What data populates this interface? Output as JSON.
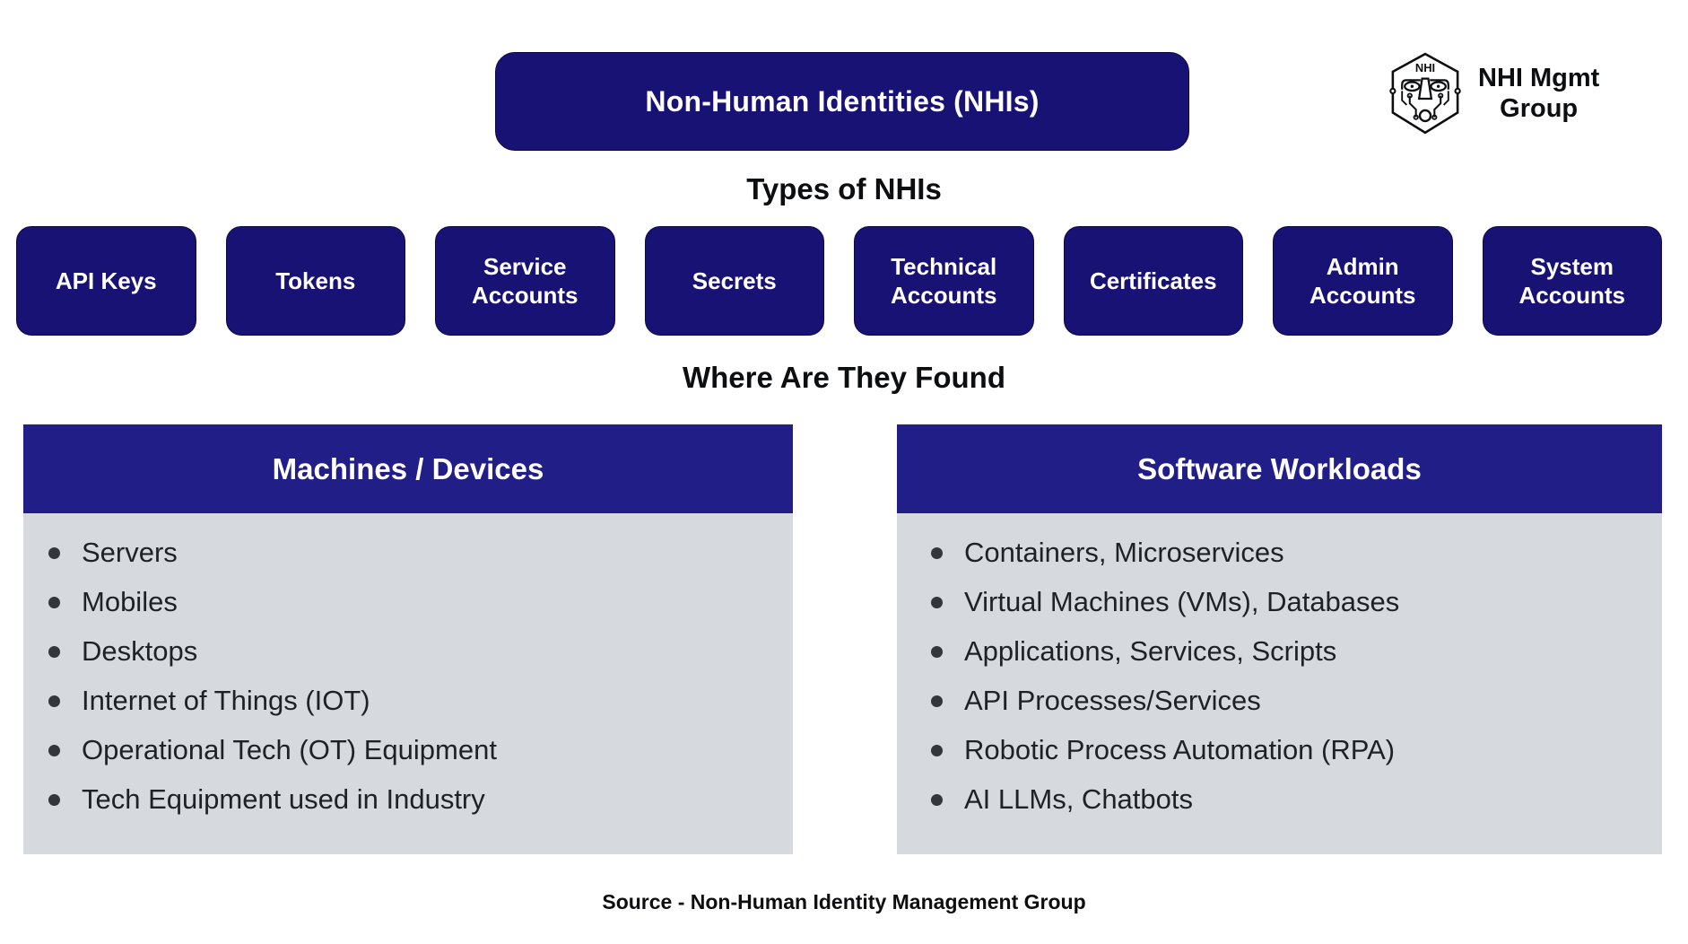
{
  "header": {
    "title": "Non-Human Identities (NHIs)",
    "logo": {
      "shield_label": "NHI",
      "text_line1": "NHI Mgmt",
      "text_line2": "Group"
    }
  },
  "sections": {
    "types_heading": "Types of NHIs",
    "found_heading": "Where Are They Found"
  },
  "types": [
    "API Keys",
    "Tokens",
    "Service Accounts",
    "Secrets",
    "Technical Accounts",
    "Certificates",
    "Admin Accounts",
    "System Accounts"
  ],
  "panels": [
    {
      "title": "Machines / Devices",
      "items": [
        "Servers",
        "Mobiles",
        "Desktops",
        "Internet of Things (IOT)",
        "Operational Tech (OT) Equipment",
        "Tech Equipment used in Industry"
      ]
    },
    {
      "title": "Software Workloads",
      "items": [
        "Containers, Microservices",
        "Virtual Machines (VMs), Databases",
        "Applications, Services, Scripts",
        "API Processes/Services",
        "Robotic Process Automation (RPA)",
        "AI LLMs, Chatbots"
      ]
    }
  ],
  "footer": {
    "source": "Source - Non-Human Identity Management Group"
  },
  "colors": {
    "navy": "#181274",
    "panel_header_navy": "#221e87",
    "panel_body_gray": "#d6d9dd",
    "text_dark": "#1e2126",
    "white": "#ffffff"
  }
}
